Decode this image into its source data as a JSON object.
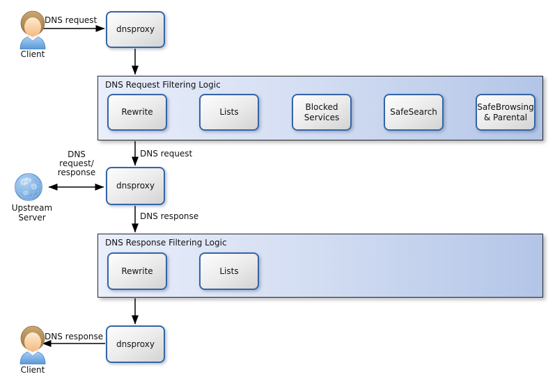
{
  "nodes": {
    "client_top": {
      "label": "Client"
    },
    "dnsproxy_top": {
      "label": "dnsproxy"
    },
    "dnsproxy_mid": {
      "label": "dnsproxy"
    },
    "dnsproxy_bottom": {
      "label": "dnsproxy"
    },
    "upstream": {
      "label": "Upstream Server"
    },
    "client_bottom": {
      "label": "Client"
    }
  },
  "containers": {
    "request": {
      "title": "DNS Request Filtering Logic",
      "steps": [
        "Rewrite",
        "Lists",
        "Blocked Services",
        "SafeSearch",
        "SafeBrowsing & Parental"
      ]
    },
    "response": {
      "title": "DNS Response Filtering Logic",
      "steps": [
        "Rewrite",
        "Lists"
      ]
    }
  },
  "edge_labels": {
    "client_request": "DNS request",
    "filtered_request": "DNS request",
    "upstream_exchange": {
      "lines": [
        "DNS",
        "request/",
        "response"
      ]
    },
    "upstream_response": "DNS response",
    "client_response": "DNS response"
  },
  "icons": {
    "client_top": "person-icon",
    "upstream": "globe-icon",
    "client_bottom": "person-icon"
  },
  "colors": {
    "box_border": "#3465a4",
    "box_fill_start": "#fdfdfd",
    "box_fill_end": "#d3d3d3",
    "container_fill_start": "#e9eefa",
    "container_fill_end": "#b3c5e7",
    "container_border": "#24282e",
    "arrow": "#000000",
    "text": "#111111",
    "background": "#ffffff"
  }
}
